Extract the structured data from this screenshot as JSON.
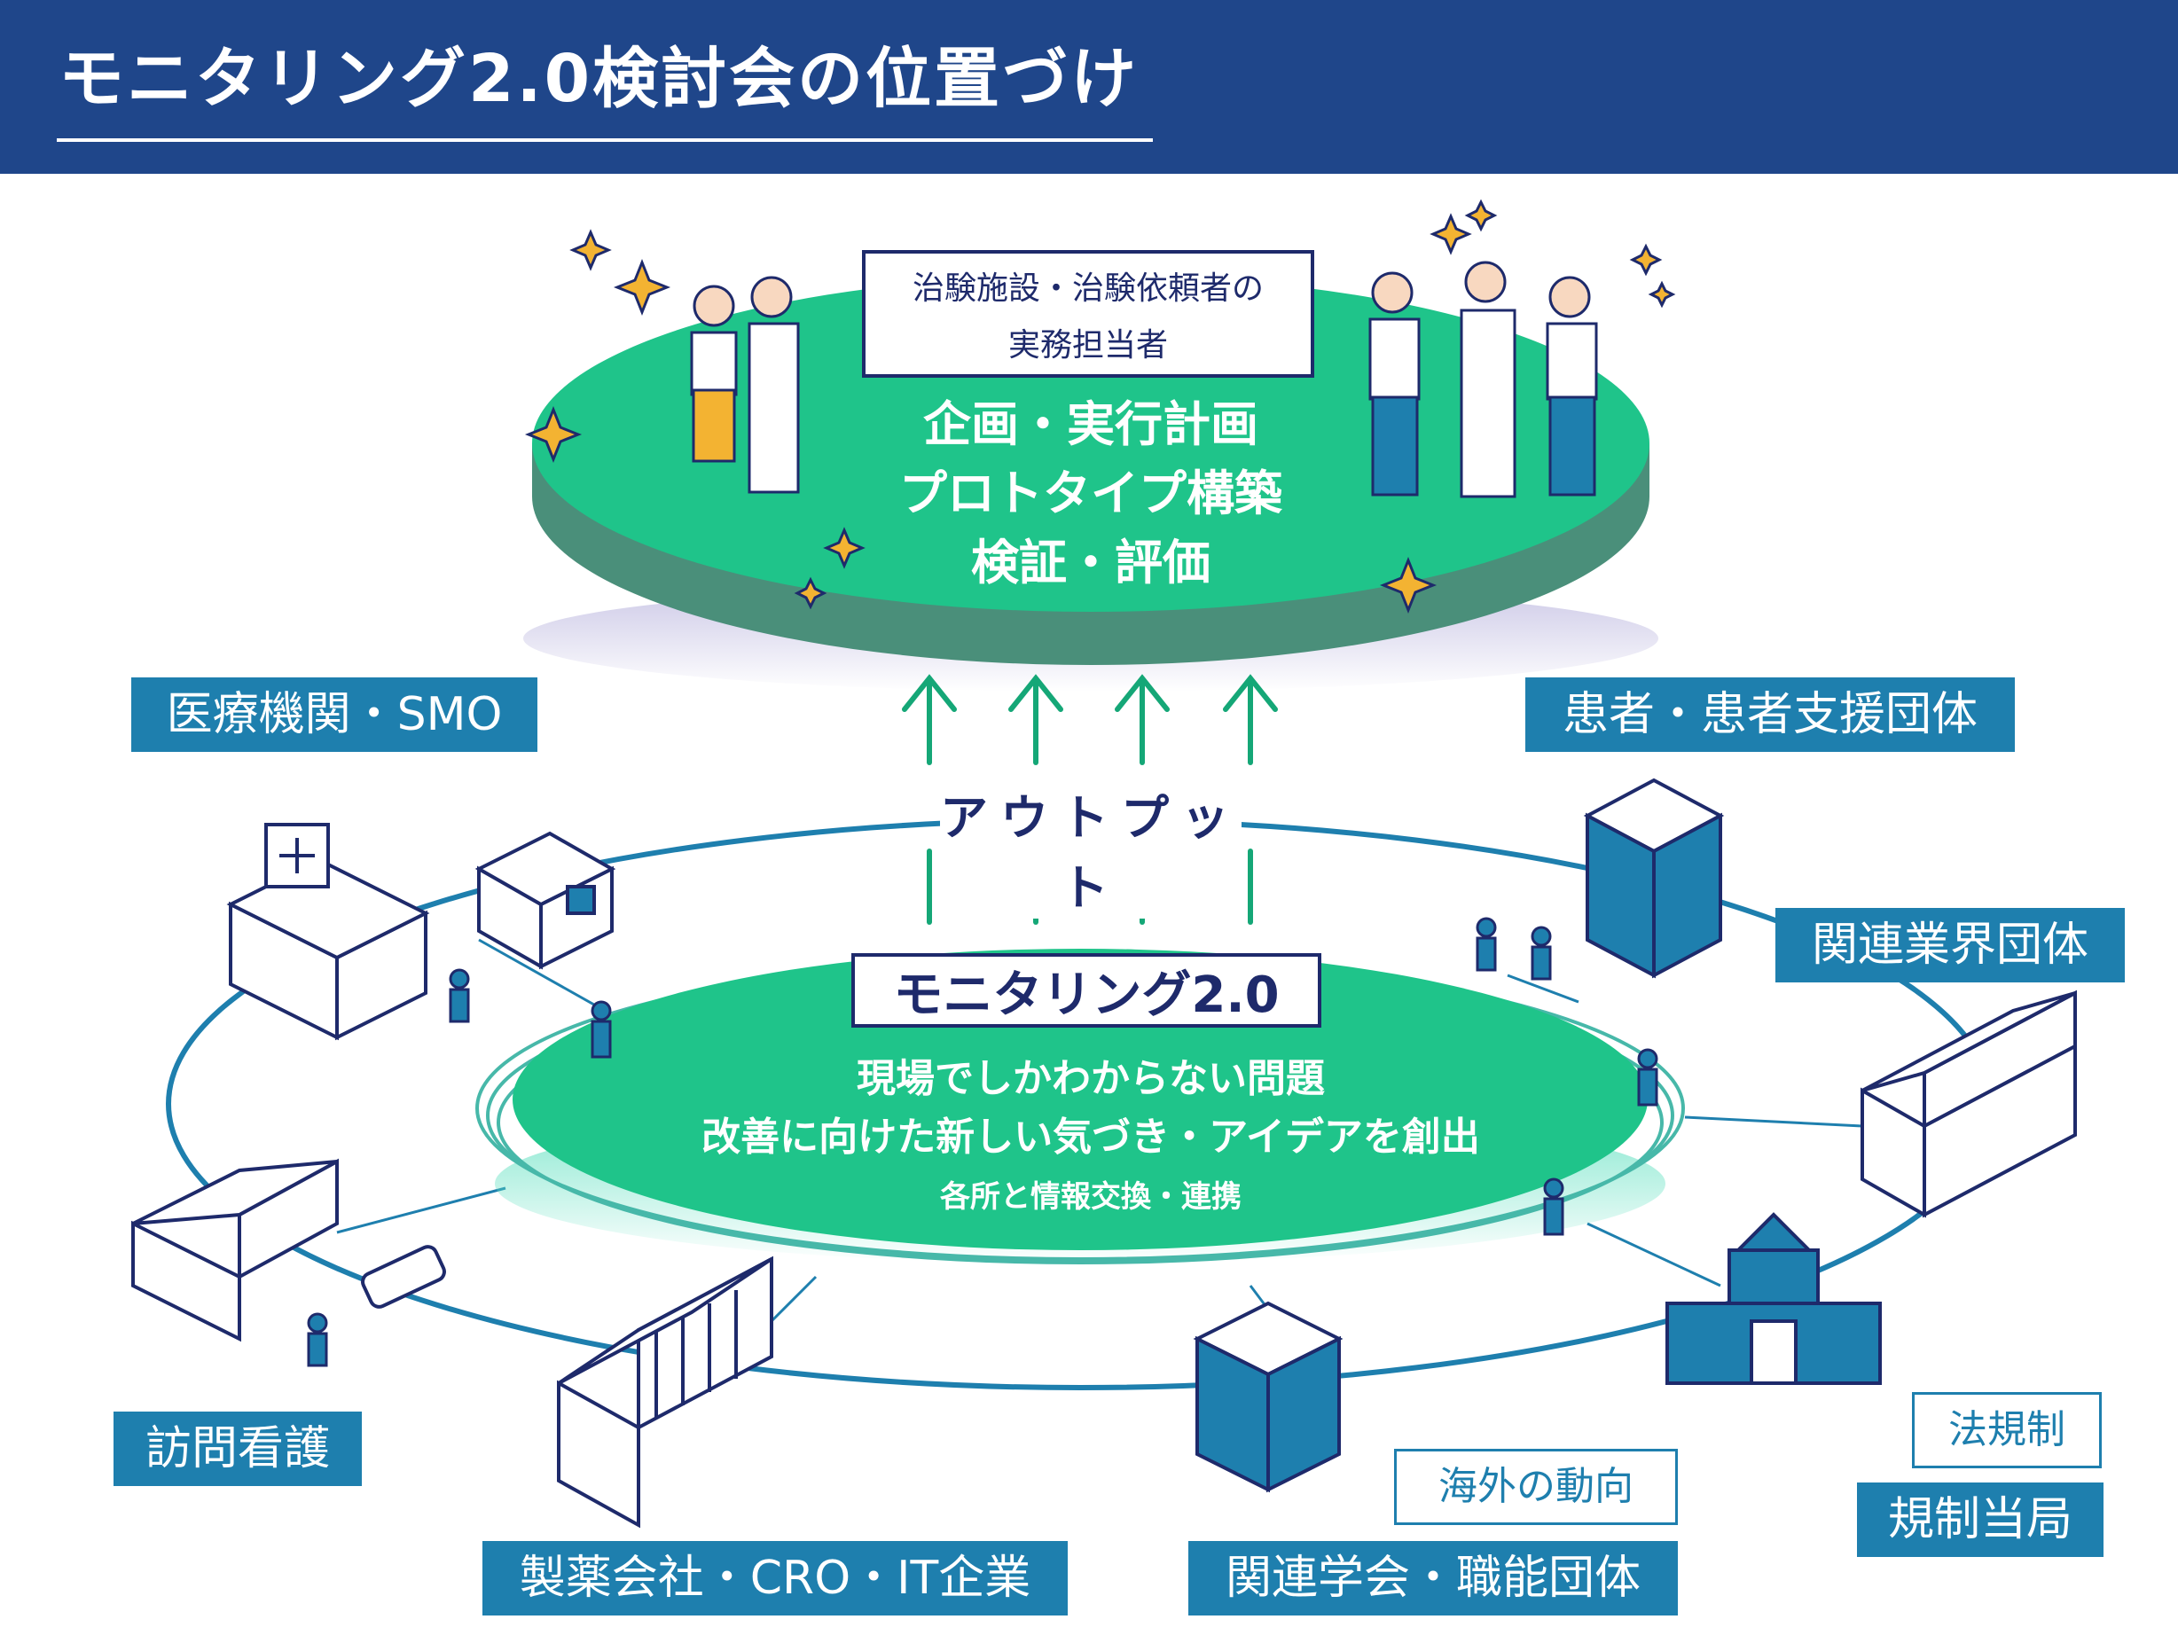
{
  "header": {
    "title": "モニタリング2.0検討会の位置づけ"
  },
  "top_platform": {
    "practitioner_line1": "治験施設・治験依頼者の",
    "practitioner_line2": "実務担当者",
    "line1": "企画・実行計画",
    "line2": "プロトタイプ構築",
    "line3": "検証・評価"
  },
  "output_label": "アウトプット",
  "center": {
    "title": "モニタリング2.0",
    "line1": "現場でしかわからない問題",
    "line2": "改善に向けた新しい気づき・アイデアを創出",
    "line3": "各所と情報交換・連携"
  },
  "stakeholders": {
    "medical": "医療機関・SMO",
    "patients": "患者・患者支援団体",
    "industry_groups": "関連業界団体",
    "home_nursing": "訪問看護",
    "pharma": "製薬会社・CRO・IT企業",
    "societies": "関連学会・職能団体",
    "overseas_trends": "海外の動向",
    "regulations": "法規制",
    "regulators": "規制当局"
  },
  "colors": {
    "header_bg": "#1f468a",
    "green": "#1fc48a",
    "green_dark": "#4a8f7a",
    "tag_blue": "#1e7fae",
    "navy": "#1e2a6b",
    "ring": "#1e7fae"
  }
}
